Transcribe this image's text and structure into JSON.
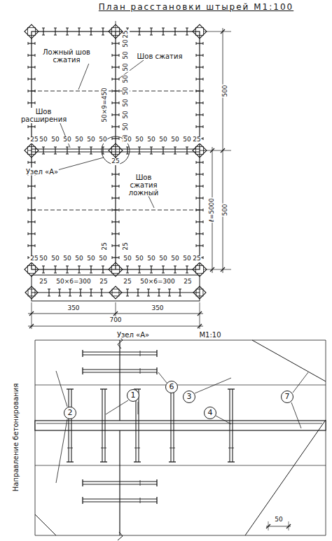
{
  "diagram": {
    "title": "План расстановки штырей М1:100",
    "labels": [
      "Ложный шов сжатия",
      "Шов сжатия",
      "50×9=450",
      "25",
      "50",
      "50",
      "50",
      "50",
      "50",
      "50",
      "50",
      "50",
      "50",
      "Шов расширения",
      "25",
      "50",
      "50",
      "50",
      "50",
      "50",
      "50",
      "50",
      "50",
      "50",
      "50",
      "50",
      "50",
      "25",
      "25",
      "Узел «А»",
      "Шов сжатия ложный",
      "25",
      "25",
      "25",
      "50",
      "50",
      "50",
      "50",
      "50",
      "50",
      "50",
      "50",
      "50",
      "50",
      "50",
      "50",
      "25",
      "25",
      "50×6=300",
      "25",
      "25",
      "50×6=300",
      "25",
      "350",
      "350",
      "700",
      "500",
      "ℓ=5000",
      "500",
      "Узел «А»",
      "М1:10",
      "Направление бетонирования",
      "1",
      "2",
      "6",
      "3",
      "4",
      "7",
      "50"
    ]
  }
}
